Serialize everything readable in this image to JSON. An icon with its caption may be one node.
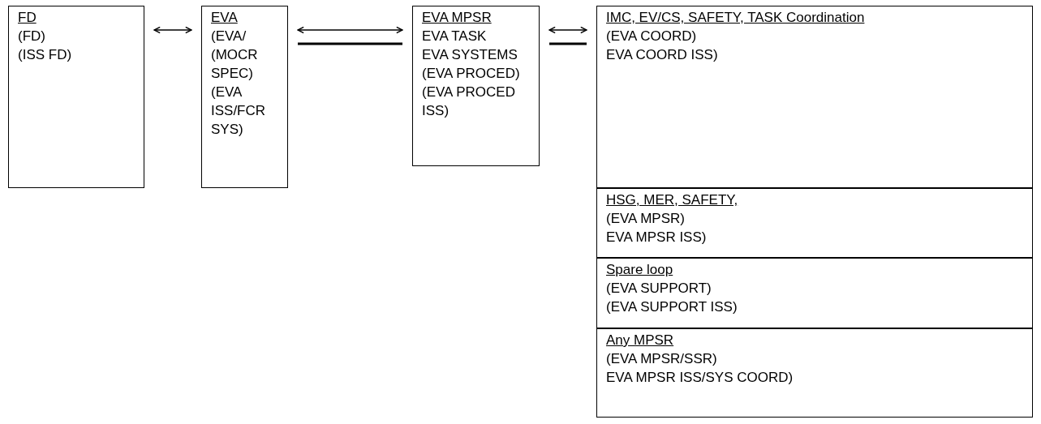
{
  "diagram": {
    "nodes": [
      {
        "text": [
          "FD",
          "(FD)",
          "(ISS FD)"
        ]
      },
      {
        "text": [
          "EVA",
          "(EVA/ (MOCR SPEC)",
          "(EVA ISS/FCR SYS)"
        ]
      },
      {
        "text": [
          "EVA MPSR",
          "EVA TASK",
          "EVA SYSTEMS",
          "(EVA PROCED)",
          "(EVA PROCED ISS)"
        ]
      },
      {
        "text": [
          "IMC, EV/CS, SAFETY, TASK Coordination",
          "(EVA COORD)",
          "EVA COORD ISS)"
        ]
      },
      {
        "text": [
          "HSG, MER, SAFETY,",
          "(EVA MPSR)",
          "EVA MPSR ISS)"
        ]
      },
      {
        "text": [
          "Spare loop",
          "(EVA SUPPORT)",
          "(EVA SUPPORT ISS)"
        ]
      },
      {
        "text": [
          "Any MPSR",
          "(EVA MPSR/SSR)",
          "EVA MPSR ISS/SYS COORD)"
        ]
      }
    ],
    "edges": [
      {
        "from": 0,
        "to": 1,
        "arrow": "both"
      },
      {
        "from": 1,
        "to": 2,
        "arrow": "both"
      },
      {
        "from": 2,
        "to": 3,
        "arrow": "both"
      }
    ]
  }
}
